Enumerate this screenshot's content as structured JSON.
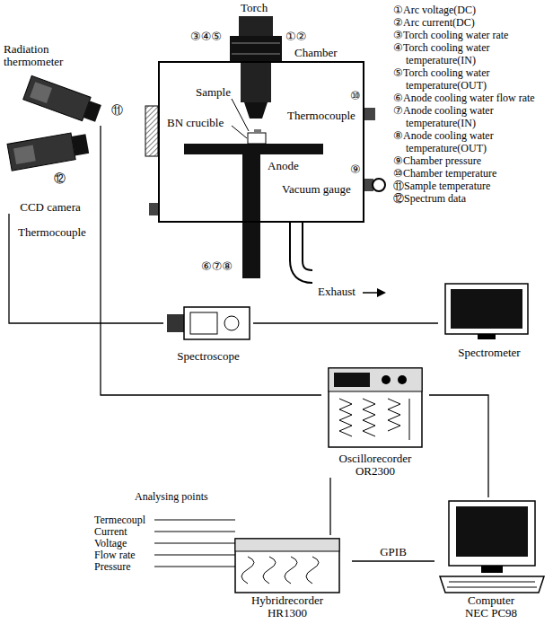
{
  "diagram": {
    "nodes": [
      {
        "text": [
          "Chamber"
        ]
      },
      {
        "text": [
          "Radiation thermometer"
        ]
      },
      {
        "text": [
          "CCD camera"
        ]
      },
      {
        "text": [
          "Spectroscope"
        ]
      },
      {
        "text": [
          "Spectrometer"
        ]
      },
      {
        "text": [
          "Oscillorecorder",
          "OR2300"
        ]
      },
      {
        "text": [
          "Hybridrecorder",
          "HR1300"
        ]
      },
      {
        "text": [
          "Computer",
          "NEC PC98"
        ]
      }
    ],
    "edges": [
      {
        "from": 2,
        "to": 3,
        "arrow": "none"
      },
      {
        "from": 3,
        "to": 4,
        "arrow": "none"
      },
      {
        "from": 1,
        "to": 5,
        "arrow": "none"
      },
      {
        "from": 5,
        "to": 6,
        "arrow": "none"
      },
      {
        "from": 5,
        "to": 7,
        "arrow": "none"
      },
      {
        "from": 6,
        "to": 7,
        "label": "GPIB",
        "arrow": "none"
      }
    ],
    "labels": [
      "①Arc voltage(DC)",
      "②Arc current(DC)",
      "③Torch cooling water rate",
      "④Torch cooling water temperature(IN)",
      "⑤Torch cooling water temperature(OUT)",
      "⑥Anode cooling water flow rate",
      "⑦Anode cooling water temperature(IN)",
      "⑧Anode cooling water temperature(OUT)",
      "⑨Chamber pressure",
      "⑩Chamber temperature",
      "⑪Sample temperature",
      "⑫Spectrum data",
      "Torch",
      "③④⑤",
      "①②",
      "Sample",
      "BN crucible",
      "Anode",
      "⑩",
      "Thermocouple",
      "⑨",
      "Vacuum gauge",
      "⑪",
      "⑫",
      "Thermocouple",
      "⑥⑦⑧",
      "Exhaust",
      "Analysing points",
      "Termecoupl",
      "Current",
      "Voltage",
      "Flow rate",
      "Pressure"
    ]
  }
}
